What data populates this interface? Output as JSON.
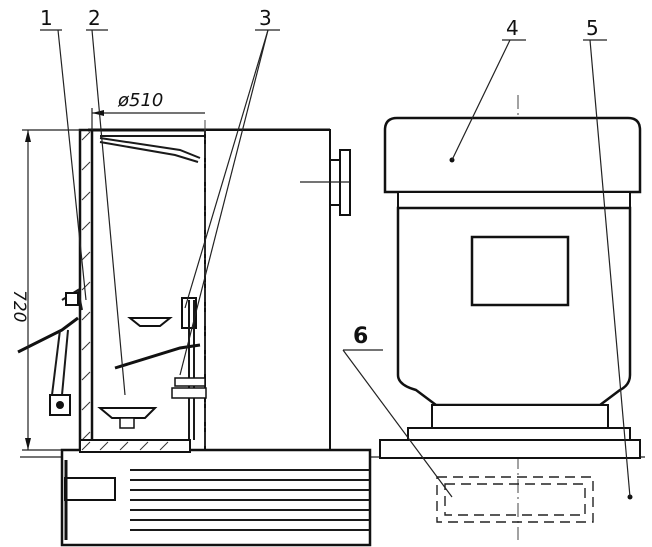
{
  "labels": {
    "l1": "1",
    "l2": "2",
    "l3": "3",
    "l4": "4",
    "l5": "5",
    "l6": "6"
  },
  "dimensions": {
    "diameter": "ø510",
    "height": "720"
  },
  "colors": {
    "ink": "#111111",
    "paper": "#ffffff"
  }
}
